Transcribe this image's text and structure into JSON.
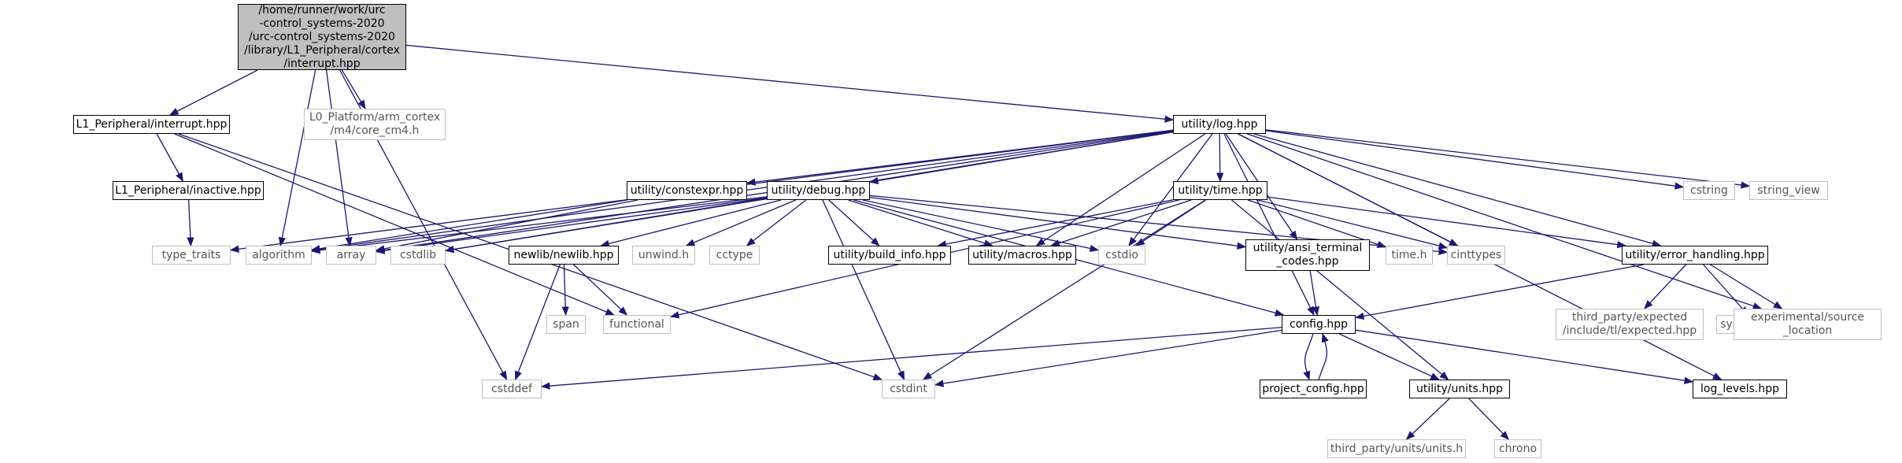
{
  "diagram": {
    "nodes": {
      "root": {
        "label": "/home/runner/work/urc\n-control_systems-2020\n/urc-control_systems-2020\n/library/L1_Peripheral/cortex\n/interrupt.hpp",
        "kind": "root"
      },
      "l1_interrupt": {
        "label": "L1_Peripheral/interrupt.hpp",
        "kind": "local"
      },
      "l1_inactive": {
        "label": "L1_Peripheral/inactive.hpp",
        "kind": "local"
      },
      "core_cm4": {
        "label": "L0_Platform/arm_cortex\n/m4/core_cm4.h",
        "kind": "sys"
      },
      "log": {
        "label": "utility/log.hpp",
        "kind": "local"
      },
      "constexpr": {
        "label": "utility/constexpr.hpp",
        "kind": "local"
      },
      "debug": {
        "label": "utility/debug.hpp",
        "kind": "local"
      },
      "time": {
        "label": "utility/time.hpp",
        "kind": "local"
      },
      "cstring": {
        "label": "cstring",
        "kind": "sys"
      },
      "string_view": {
        "label": "string_view",
        "kind": "sys"
      },
      "type_traits": {
        "label": "type_traits",
        "kind": "sys"
      },
      "algorithm": {
        "label": "algorithm",
        "kind": "sys"
      },
      "array": {
        "label": "array",
        "kind": "sys"
      },
      "cstdlib": {
        "label": "cstdlib",
        "kind": "sys"
      },
      "newlib": {
        "label": "newlib/newlib.hpp",
        "kind": "local"
      },
      "unwind": {
        "label": "unwind.h",
        "kind": "sys"
      },
      "cctype": {
        "label": "cctype",
        "kind": "sys"
      },
      "build_info": {
        "label": "utility/build_info.hpp",
        "kind": "local"
      },
      "macros": {
        "label": "utility/macros.hpp",
        "kind": "local"
      },
      "cstdio": {
        "label": "cstdio",
        "kind": "sys"
      },
      "ansi": {
        "label": "utility/ansi_terminal\n_codes.hpp",
        "kind": "local"
      },
      "time_h": {
        "label": "time.h",
        "kind": "sys"
      },
      "cinttypes": {
        "label": "cinttypes",
        "kind": "sys"
      },
      "error_handling": {
        "label": "utility/error_handling.hpp",
        "kind": "local"
      },
      "expected": {
        "label": "third_party/expected\n/include/tl/expected.hpp",
        "kind": "sys"
      },
      "system_error": {
        "label": "system_error",
        "kind": "sys"
      },
      "source_location": {
        "label": "experimental/source\n_location",
        "kind": "sys"
      },
      "span": {
        "label": "span",
        "kind": "sys"
      },
      "functional": {
        "label": "functional",
        "kind": "sys"
      },
      "config": {
        "label": "config.hpp",
        "kind": "local"
      },
      "project_config": {
        "label": "project_config.hpp",
        "kind": "local"
      },
      "units": {
        "label": "utility/units.hpp",
        "kind": "local"
      },
      "log_levels": {
        "label": "log_levels.hpp",
        "kind": "local"
      },
      "cstddef": {
        "label": "cstddef",
        "kind": "sys"
      },
      "cstdint": {
        "label": "cstdint",
        "kind": "sys"
      },
      "units_h": {
        "label": "third_party/units/units.h",
        "kind": "sys"
      },
      "chrono": {
        "label": "chrono",
        "kind": "sys"
      }
    },
    "edges": [
      [
        "root",
        "l1_interrupt"
      ],
      [
        "root",
        "core_cm4"
      ],
      [
        "root",
        "log"
      ],
      [
        "root",
        "algorithm"
      ],
      [
        "root",
        "array"
      ],
      [
        "root",
        "cstddef"
      ],
      [
        "l1_interrupt",
        "l1_inactive"
      ],
      [
        "l1_interrupt",
        "functional"
      ],
      [
        "l1_interrupt",
        "cstdint"
      ],
      [
        "l1_inactive",
        "type_traits"
      ],
      [
        "log",
        "constexpr"
      ],
      [
        "log",
        "debug"
      ],
      [
        "log",
        "time"
      ],
      [
        "log",
        "cstring"
      ],
      [
        "log",
        "string_view"
      ],
      [
        "log",
        "type_traits"
      ],
      [
        "log",
        "algorithm"
      ],
      [
        "log",
        "array"
      ],
      [
        "log",
        "cstdlib"
      ],
      [
        "log",
        "macros"
      ],
      [
        "log",
        "cstdio"
      ],
      [
        "log",
        "ansi"
      ],
      [
        "log",
        "cinttypes"
      ],
      [
        "log",
        "error_handling"
      ],
      [
        "log",
        "source_location"
      ],
      [
        "log",
        "config"
      ],
      [
        "log",
        "log_levels"
      ],
      [
        "constexpr",
        "algorithm"
      ],
      [
        "constexpr",
        "array"
      ],
      [
        "debug",
        "algorithm"
      ],
      [
        "debug",
        "array"
      ],
      [
        "debug",
        "cstdlib"
      ],
      [
        "debug",
        "newlib"
      ],
      [
        "debug",
        "unwind"
      ],
      [
        "debug",
        "cctype"
      ],
      [
        "debug",
        "build_info"
      ],
      [
        "debug",
        "macros"
      ],
      [
        "debug",
        "cstdio"
      ],
      [
        "debug",
        "ansi"
      ],
      [
        "debug",
        "cinttypes"
      ],
      [
        "debug",
        "config"
      ],
      [
        "debug",
        "cstdint"
      ],
      [
        "time",
        "build_info"
      ],
      [
        "time",
        "macros"
      ],
      [
        "time",
        "cstdio"
      ],
      [
        "time",
        "time_h"
      ],
      [
        "time",
        "cinttypes"
      ],
      [
        "time",
        "error_handling"
      ],
      [
        "time",
        "functional"
      ],
      [
        "time",
        "units"
      ],
      [
        "time",
        "cstdint"
      ],
      [
        "newlib",
        "span"
      ],
      [
        "newlib",
        "functional"
      ],
      [
        "newlib",
        "cstddef"
      ],
      [
        "ansi",
        "config"
      ],
      [
        "error_handling",
        "expected"
      ],
      [
        "error_handling",
        "system_error"
      ],
      [
        "error_handling",
        "source_location"
      ],
      [
        "error_handling",
        "config"
      ],
      [
        "config",
        "project_config"
      ],
      [
        "config",
        "units"
      ],
      [
        "config",
        "log_levels"
      ],
      [
        "config",
        "cstddef"
      ],
      [
        "config",
        "cstdint"
      ],
      [
        "project_config",
        "config"
      ],
      [
        "units",
        "units_h"
      ],
      [
        "units",
        "chrono"
      ]
    ]
  }
}
